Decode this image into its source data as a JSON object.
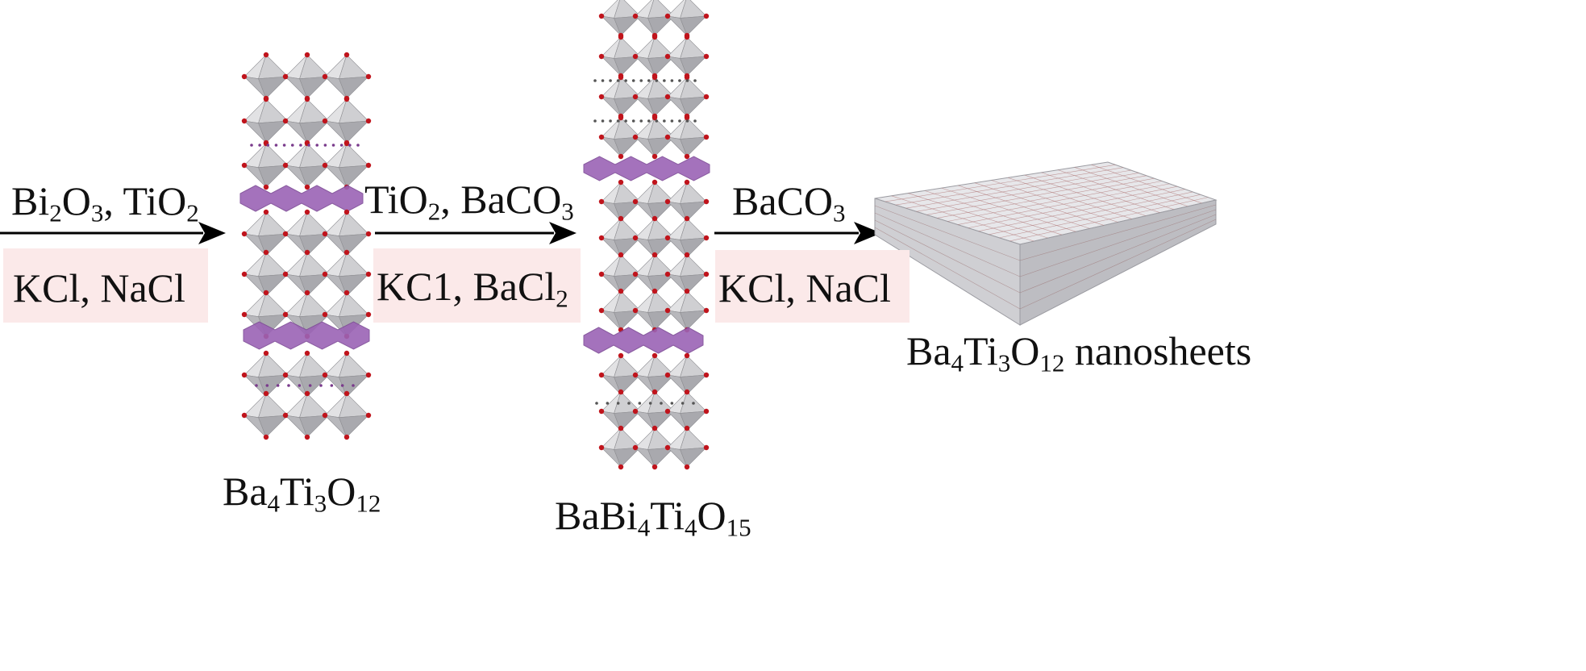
{
  "steps": [
    {
      "reagents": [
        "Bi",
        "2",
        "O",
        "3",
        ", Ti",
        "O",
        "2"
      ],
      "salts": [
        "KCl, NaCl"
      ]
    },
    {
      "reagents": [
        "TiO",
        "2",
        ", BaCO",
        "3"
      ],
      "salts": [
        "KC1, BaCl",
        "2"
      ]
    },
    {
      "reagents": [
        "BaCO",
        "3"
      ],
      "salts": [
        "KCl, NaCl"
      ]
    }
  ],
  "products": [
    {
      "parts": [
        "Ba",
        "4",
        "Ti",
        "3",
        "O",
        "12"
      ]
    },
    {
      "parts": [
        "BaBi",
        "4",
        "Ti",
        "4",
        "O",
        "15"
      ]
    },
    {
      "parts": [
        "Ba",
        "4",
        "Ti",
        "3",
        "O",
        "12",
        " nanosheets"
      ]
    }
  ],
  "colors": {
    "octahedron": "#c9c9cb",
    "octahedron_edge": "#8e8e92",
    "oxygen": "#c0141c",
    "bi_layer": "#9b63b5",
    "salt_box": "#fbe9e9",
    "arrow": "#000000"
  }
}
